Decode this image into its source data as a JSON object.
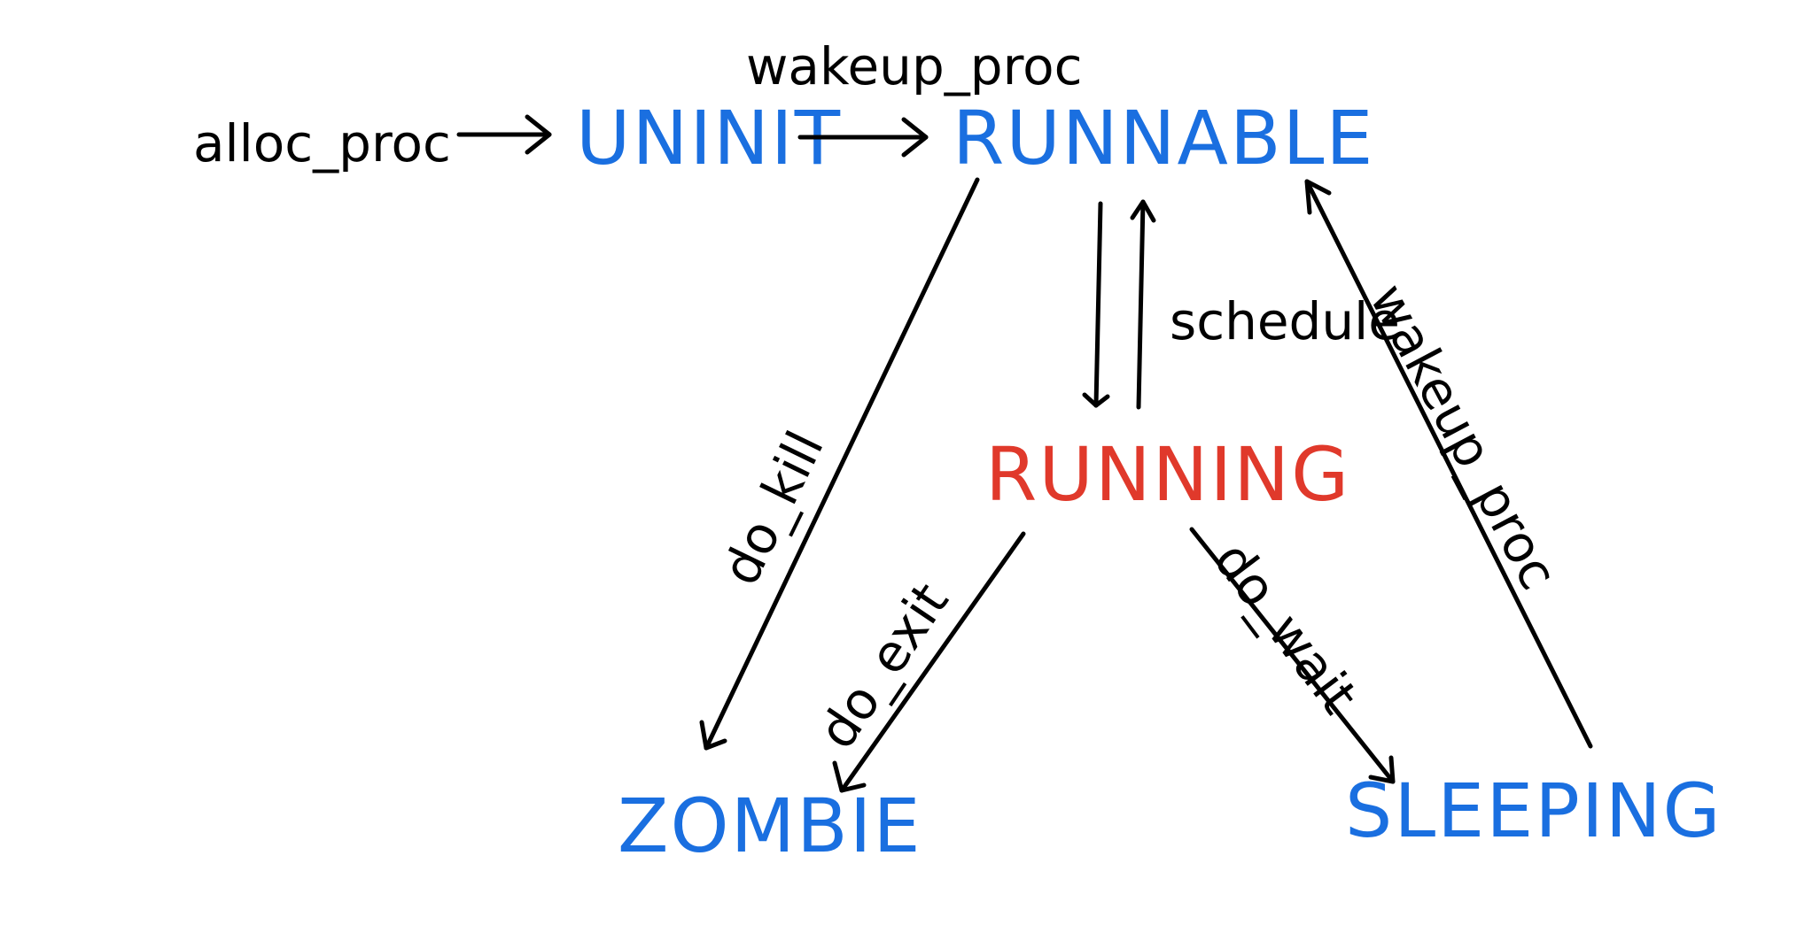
{
  "colors": {
    "state": "#1a6fe0",
    "running": "#e0392b",
    "ink": "#000000"
  },
  "states": {
    "uninit": "UNINIT",
    "runnable": "RUNNABLE",
    "running": "RUNNING",
    "zombie": "ZOMBIE",
    "sleeping": "SLEEPING"
  },
  "labels": {
    "alloc_proc": "alloc_proc",
    "wakeup_proc_top": "wakeup_proc",
    "schedule": "schedule",
    "do_kill": "do_kill",
    "do_exit": "do_exit",
    "do_wait": "do_wait",
    "wakeup_proc_right": "wakeup_proc"
  }
}
